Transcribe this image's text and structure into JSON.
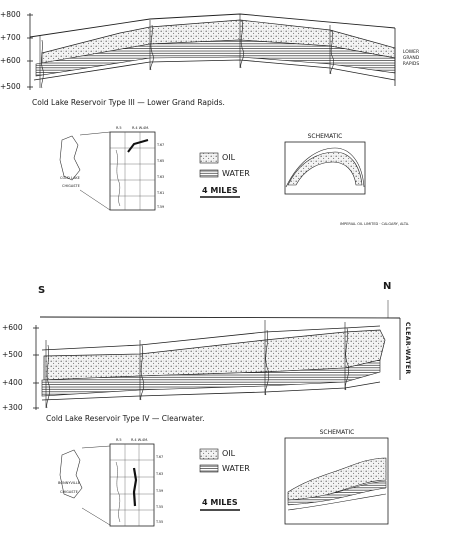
{
  "panel_top": {
    "elevations": [
      "+800",
      "+700",
      "+600",
      "+500"
    ],
    "side_label": [
      "LOWER",
      "GRAND",
      "RAPIDS"
    ],
    "caption": "Cold Lake Reservoir Type III — Lower Grand Rapids.",
    "map": {
      "range_header": [
        "R.5",
        "R.4 W.4M."
      ],
      "township_labels": [
        "T.67",
        "T.65",
        "T.63",
        "T.61",
        "T.59"
      ],
      "town_labels": [
        "COLD LAKE",
        "CHIGASTE"
      ]
    },
    "legend": {
      "oil": "OIL",
      "water": "WATER"
    },
    "scale": "4 MILES",
    "schematic_title": "SCHEMATIC",
    "footnote": "IMPERIAL OIL LIMITED · CALGARY, ALTA."
  },
  "panel_bottom": {
    "direction_left": "S",
    "direction_right": "N",
    "elevations": [
      "+600",
      "+500",
      "+400",
      "+300"
    ],
    "side_label": "CLEAR-WATER",
    "caption": "Cold Lake Reservoir Type IV — Clearwater.",
    "map": {
      "range_header": [
        "R.5",
        "R.4 W.4M."
      ],
      "township_labels": [
        "T.67",
        "T.63",
        "T.59",
        "T.55",
        "T.55"
      ],
      "town_labels": [
        "BONNYVILLE",
        "CHIGASTE"
      ]
    },
    "legend": {
      "oil": "OIL",
      "water": "WATER"
    },
    "scale": "4 MILES",
    "schematic_title": "SCHEMATIC"
  }
}
